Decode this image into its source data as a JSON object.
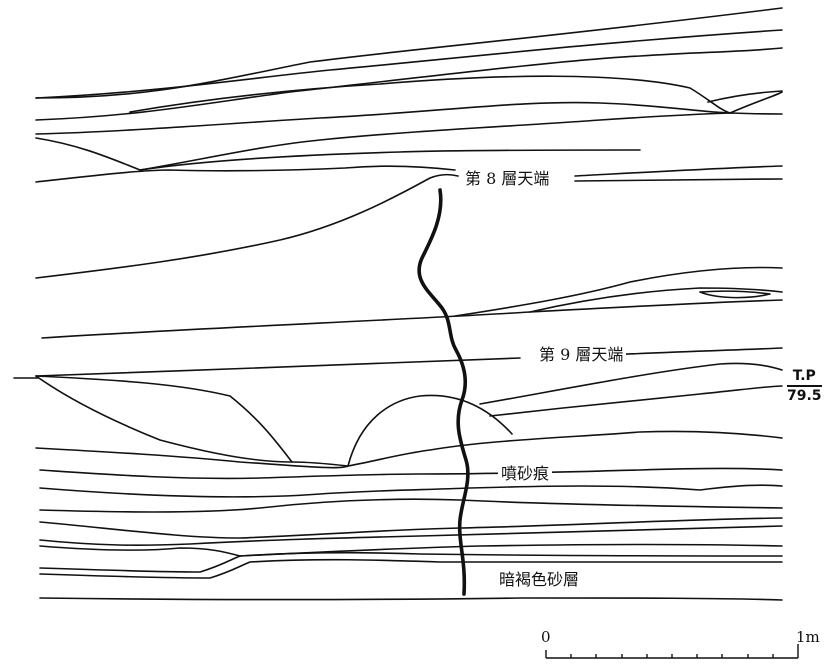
{
  "labels": {
    "layer8_top": "第 8 層天端",
    "layer9_top": "第 9 層天端",
    "sand_blow": "噴砂痕",
    "dark_brown_sand": "暗褐色砂層"
  },
  "datum": {
    "name": "T.P",
    "value": "79.5"
  },
  "scale": {
    "start": "0",
    "end": "1m"
  },
  "colors": {
    "line": "#111111",
    "background": "#ffffff"
  }
}
